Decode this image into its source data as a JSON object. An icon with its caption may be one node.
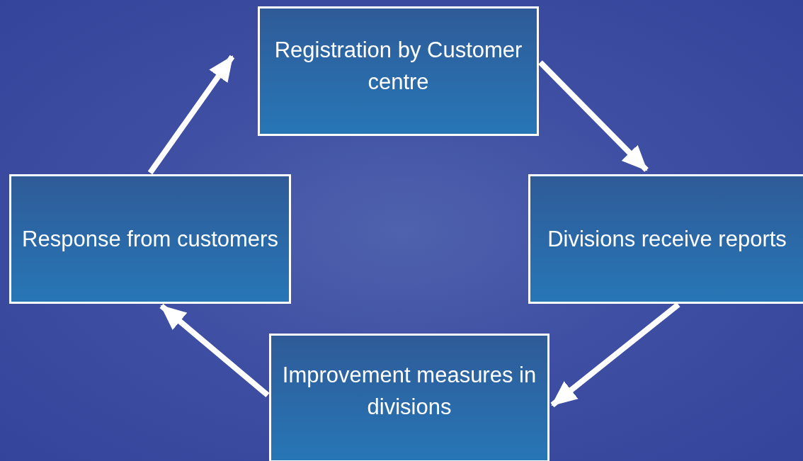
{
  "diagram": {
    "nodes": [
      {
        "text": [
          "Registration by Customer centre"
        ]
      },
      {
        "text": [
          "Divisions receive reports"
        ]
      },
      {
        "text": [
          "Improvement measures in divisions"
        ]
      },
      {
        "text": [
          "Response from customers"
        ]
      }
    ],
    "edges": [
      {
        "from": 0,
        "to": 1,
        "arrow": "to"
      },
      {
        "from": 1,
        "to": 2,
        "arrow": "to"
      },
      {
        "from": 2,
        "to": 3,
        "arrow": "to"
      },
      {
        "from": 3,
        "to": 0,
        "arrow": "to"
      }
    ]
  }
}
